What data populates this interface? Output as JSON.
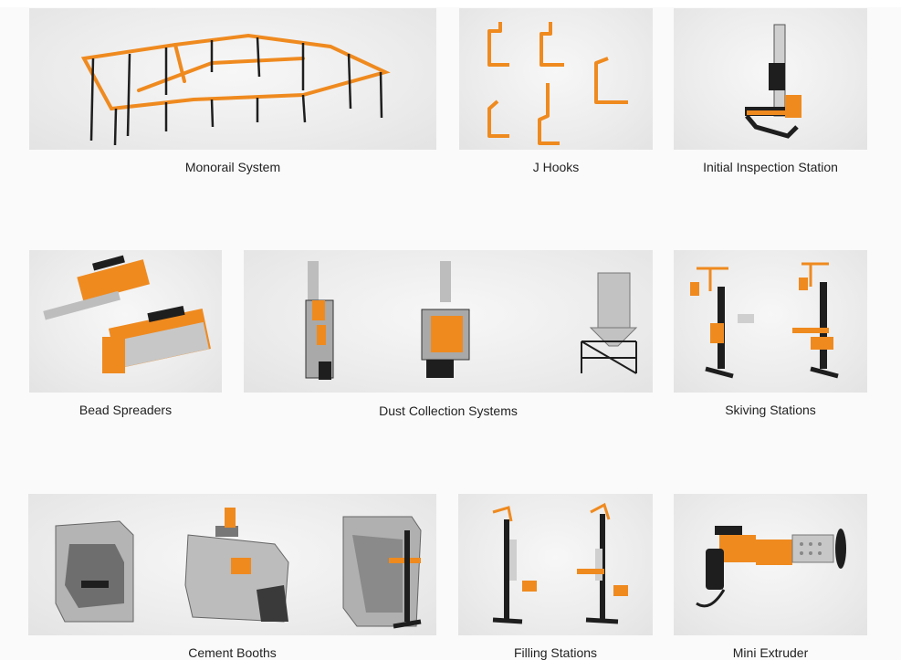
{
  "colors": {
    "accent": "#ef8a1f",
    "frame": "#1e1e1e",
    "metal": "#a9a9a9"
  },
  "products": [
    {
      "id": "monorail",
      "label": "Monorail System",
      "icon": "monorail-icon"
    },
    {
      "id": "jhooks",
      "label": "J Hooks",
      "icon": "j-hooks-icon"
    },
    {
      "id": "inspection",
      "label": "Initial Inspection Station",
      "icon": "inspection-station-icon"
    },
    {
      "id": "bead",
      "label": "Bead Spreaders",
      "icon": "bead-spreader-icon"
    },
    {
      "id": "dust",
      "label": "Dust Collection Systems",
      "icon": "dust-collector-icon"
    },
    {
      "id": "skiving",
      "label": "Skiving Stations",
      "icon": "skiving-station-icon"
    },
    {
      "id": "cement",
      "label": "Cement Booths",
      "icon": "cement-booth-icon"
    },
    {
      "id": "filling",
      "label": "Filling Stations",
      "icon": "filling-station-icon"
    },
    {
      "id": "extruder",
      "label": "Mini Extruder",
      "icon": "mini-extruder-icon"
    }
  ]
}
